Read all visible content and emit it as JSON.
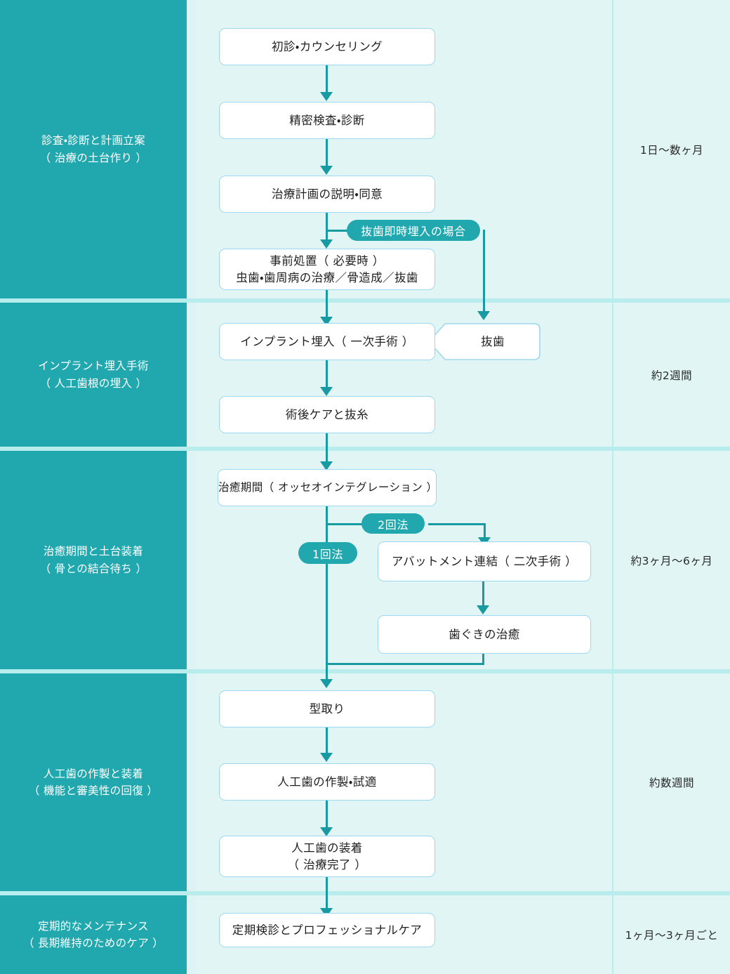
{
  "colors": {
    "teal": "#21a8af",
    "line": "#179aa2",
    "background": "#e2f5f5",
    "node_border": "#9ed8ef",
    "separator": "#b9ecec"
  },
  "stages": [
    {
      "label": "診査・診断と計画立案\n（ 治療の土台作り ）",
      "duration": "1日〜数ヶ月"
    },
    {
      "label": "インプラント埋入手術\n（ 人工歯根の埋入 ）",
      "duration": "約2週間"
    },
    {
      "label": "治癒期間と土台装着\n（ 骨との結合待ち ）",
      "duration": "約3ヶ月〜6ヶ月"
    },
    {
      "label": "人工歯の作製と装着\n（ 機能と審美性の回復 ）",
      "duration": "約数週間"
    },
    {
      "label": "定期的なメンテナンス\n（ 長期維持のためのケア ）",
      "duration": "1ヶ月〜3ヶ月ごと"
    }
  ],
  "nodes": {
    "first_visit": "初診・カウンセリング",
    "detailed_exam": "精密検査・診断",
    "treatment_plan": "治療計画の説明・同意",
    "pre_treatment": "事前処置（ 必要時 ）\n虫歯・歯周病の治療／骨造成／抜歯",
    "implant_placement": "インプラント埋入（ 一次手術 ）",
    "tooth_extraction": "抜歯",
    "post_op_care": "術後ケアと抜糸",
    "osseointegration": "治癒期間（ オッセオインテグレーション ）",
    "abutment": "アバットメント連結（ 二次手術 ）",
    "gum_healing": "歯ぐきの治癒",
    "impression": "型取り",
    "prosthesis_fabrication": "人工歯の作製・試適",
    "prosthesis_fitting": "人工歯の装着\n（ 治療完了 ）",
    "maintenance": "定期検診とプロフェッショナルケア"
  },
  "badges": {
    "immediate_placement": "抜歯即時埋入の場合",
    "two_stage": "2回法",
    "one_stage": "1回法"
  }
}
